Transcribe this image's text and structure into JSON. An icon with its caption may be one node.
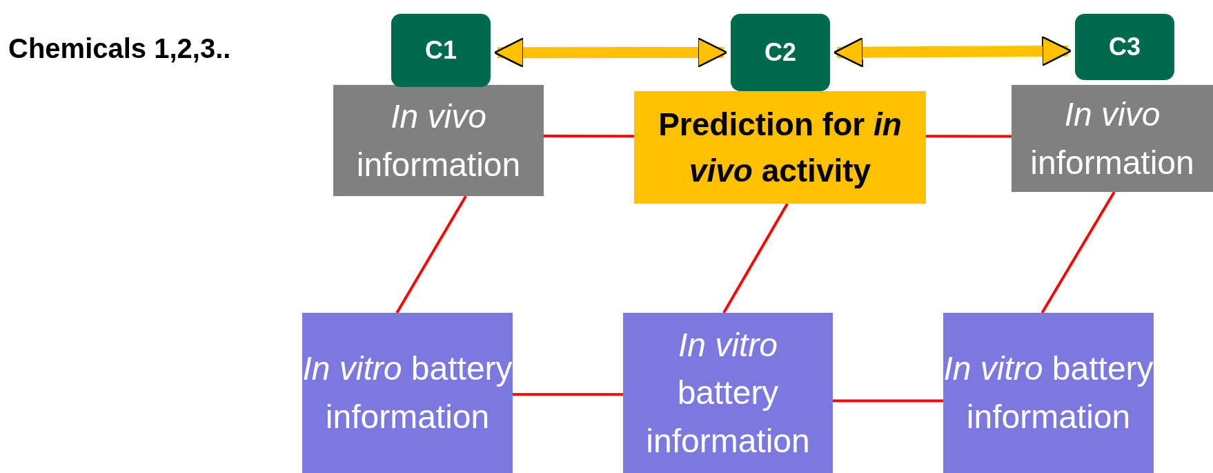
{
  "diagram": {
    "nodes": [
      {
        "text": [
          "C1"
        ]
      },
      {
        "text": [
          "C2"
        ]
      },
      {
        "text": [
          "C3"
        ]
      },
      {
        "text": [
          "*In vivo* information"
        ]
      },
      {
        "text": [
          "Prediction for *in vivo* activity"
        ]
      },
      {
        "text": [
          "*In vivo* information"
        ]
      },
      {
        "text": [
          "*In vitro* battery information"
        ]
      },
      {
        "text": [
          "*In vitro* battery information"
        ]
      },
      {
        "text": [
          "*In vitro* battery information"
        ]
      }
    ],
    "edges": [
      {
        "from": 0,
        "to": 1,
        "arrow": "both",
        "style": "thick",
        "color": "#ffc000"
      },
      {
        "from": 1,
        "to": 2,
        "arrow": "both",
        "style": "thick",
        "color": "#ffc000"
      },
      {
        "from": 3,
        "to": 4,
        "arrow": "none"
      },
      {
        "from": 4,
        "to": 5,
        "arrow": "none"
      },
      {
        "from": 3,
        "to": 6,
        "arrow": "none"
      },
      {
        "from": 4,
        "to": 7,
        "arrow": "none"
      },
      {
        "from": 5,
        "to": 8,
        "arrow": "none"
      },
      {
        "from": 6,
        "to": 7,
        "arrow": "none"
      },
      {
        "from": 7,
        "to": 8,
        "arrow": "none"
      }
    ],
    "labels": [
      "Chemicals 1,2,3.."
    ]
  }
}
